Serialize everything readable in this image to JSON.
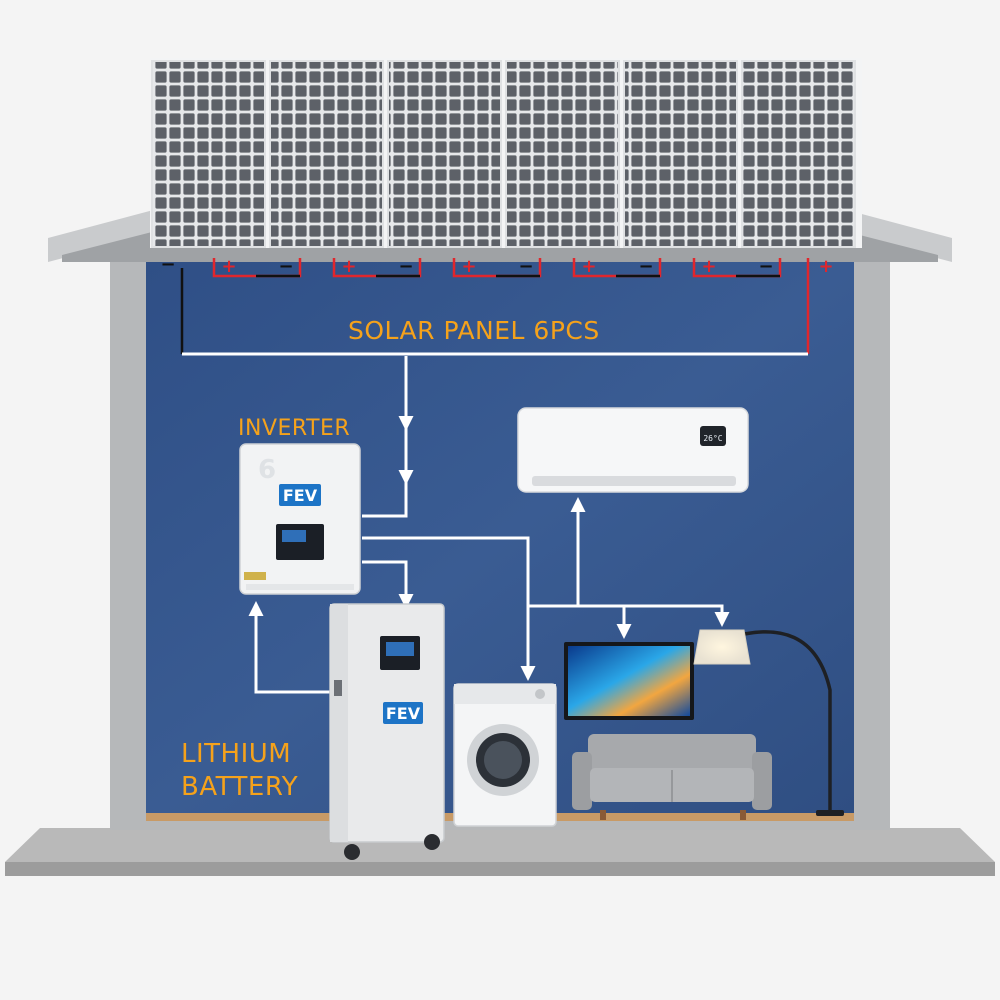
{
  "labels": {
    "solar_panels": "SOLAR PANEL 6PCS",
    "inverter": "INVERTER",
    "battery_line1": "LITHIUM",
    "battery_line2": "BATTERY"
  },
  "panel_count": 6,
  "terminals": {
    "plus": "+",
    "minus": "−"
  },
  "inverter": {
    "brand": "FEV",
    "digit": "6"
  },
  "battery": {
    "brand": "FEV"
  },
  "ac_display": "26°C",
  "colors": {
    "wall": "#33548b",
    "house_frame": "#b6b8ba",
    "label": "#f5a21b",
    "wire_white": "#ffffff",
    "terminal_red": "#e0262d",
    "brand_blue": "#1d74c6"
  }
}
